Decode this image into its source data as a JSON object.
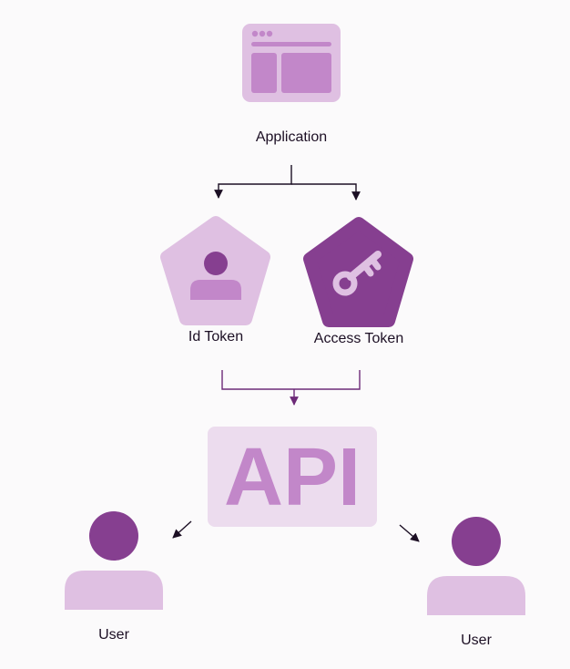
{
  "nodes": {
    "application": {
      "label": "Application"
    },
    "id_token": {
      "label": "Id Token"
    },
    "access_token": {
      "label": "Access Token"
    },
    "api": {
      "label": "API"
    },
    "user_left": {
      "label": "User"
    },
    "user_right": {
      "label": "User"
    }
  },
  "colors": {
    "background": "#fbfafb",
    "light_purple": "#dfc0e2",
    "medium_purple": "#c287c9",
    "dark_purple": "#863f90",
    "api_box": "#ecdcee",
    "connector": "#1c0f24",
    "connector_purple": "#6d2a78",
    "text": "#1c0f24"
  }
}
